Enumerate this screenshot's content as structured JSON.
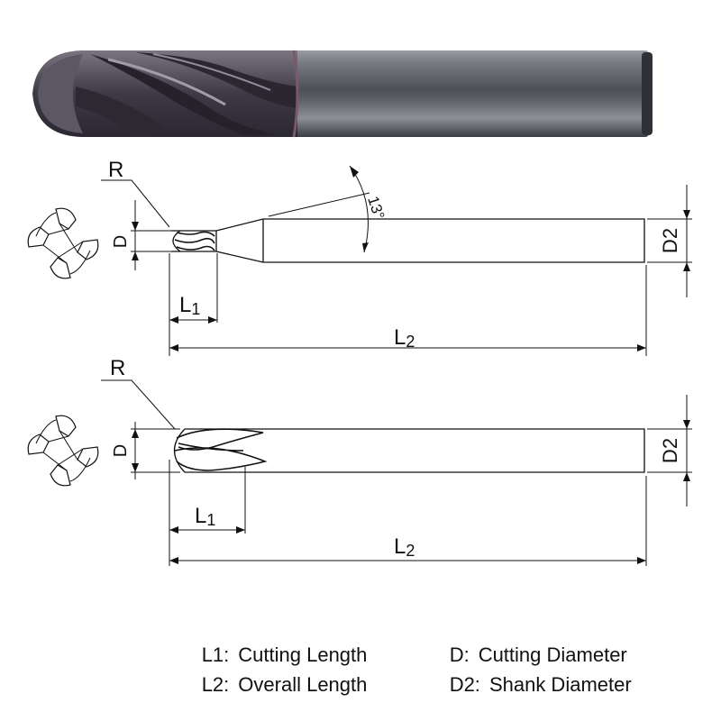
{
  "diagram": {
    "angle_label": "13°",
    "radius_label": "R",
    "diameter_label": "D",
    "shank_diameter_label": "D2",
    "cutting_length_label": {
      "main": "L",
      "sub": "1"
    },
    "overall_length_label": {
      "main": "L",
      "sub": "2"
    }
  },
  "legend": [
    {
      "code": "L1:",
      "desc": "Cutting Length"
    },
    {
      "code": "D:",
      "desc": "Cutting Diameter"
    },
    {
      "code": "L2:",
      "desc": "Overall Length"
    },
    {
      "code": "D2:",
      "desc": "Shank Diameter"
    }
  ],
  "colors": {
    "line": "#111111",
    "coating": "#4a4654",
    "shank": "#6b6e75"
  }
}
